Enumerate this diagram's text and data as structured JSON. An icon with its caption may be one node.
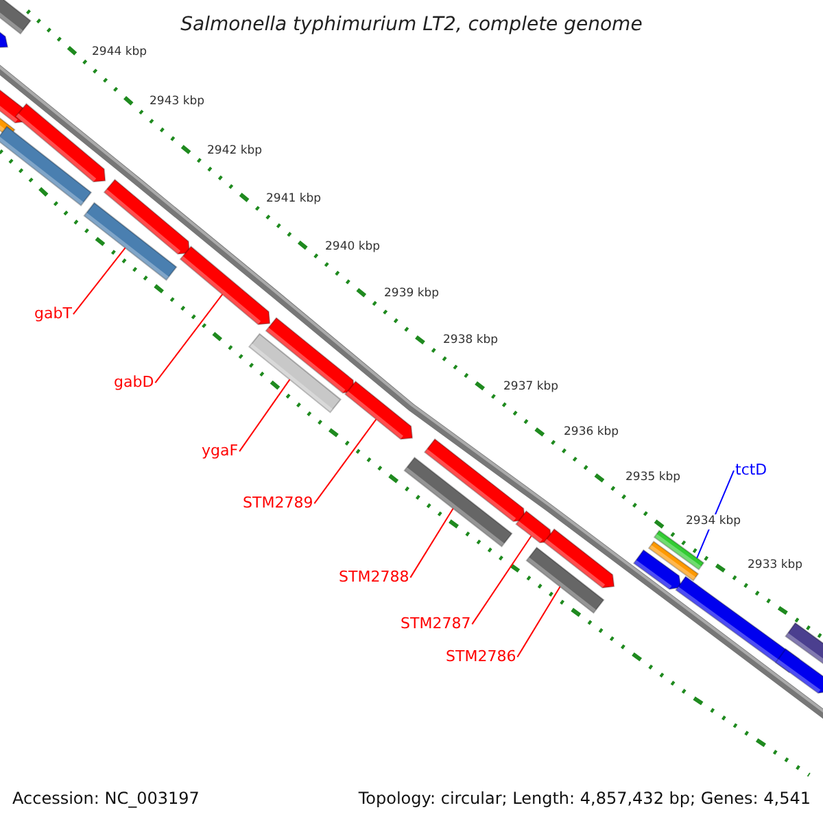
{
  "diagram": {
    "title": "Salmonella typhimurium LT2, complete genome",
    "nodes": [
      {
        "text": [],
        "shape": "bar"
      },
      {
        "text": [],
        "shape": "arrow"
      },
      {
        "text": [],
        "shape": "arrow"
      },
      {
        "text": [],
        "shape": "bar"
      },
      {
        "text": [],
        "shape": "bar"
      },
      {
        "text": [],
        "shape": "arrow"
      },
      {
        "text": [],
        "shape": "arrow"
      },
      {
        "text": [],
        "shape": "bar"
      },
      {
        "text": [],
        "shape": "arrow"
      },
      {
        "text": [],
        "shape": "bar"
      },
      {
        "text": [],
        "shape": "arrow"
      },
      {
        "text": [],
        "shape": "arrow"
      },
      {
        "text": [],
        "shape": "bar"
      },
      {
        "text": [],
        "shape": "arrow"
      },
      {
        "text": [],
        "shape": "arrow"
      },
      {
        "text": [],
        "shape": "bar"
      },
      {
        "text": [],
        "shape": "arrow"
      },
      {
        "text": [],
        "shape": "bar"
      },
      {
        "text": [],
        "shape": "bar"
      },
      {
        "text": [],
        "shape": "arrow"
      },
      {
        "text": [],
        "shape": "arrow"
      },
      {
        "text": [],
        "shape": "bar"
      },
      {
        "text": [],
        "shape": "arrow"
      },
      {
        "text": [
          "gabT"
        ]
      },
      {
        "text": [
          "gabD"
        ]
      },
      {
        "text": [
          "ygaF"
        ]
      },
      {
        "text": [
          "STM2789"
        ]
      },
      {
        "text": [
          "STM2788"
        ]
      },
      {
        "text": [
          "STM2787"
        ]
      },
      {
        "text": [
          "STM2786"
        ]
      },
      {
        "text": [
          "tctD"
        ]
      }
    ],
    "edges": [
      {
        "from": 30,
        "to": 17,
        "arrow": "none",
        "color": "#0000ff"
      },
      {
        "from": 23,
        "to": 7,
        "arrow": "none"
      },
      {
        "from": 24,
        "to": 8,
        "arrow": "none"
      },
      {
        "from": 25,
        "to": 9,
        "arrow": "none"
      },
      {
        "from": 26,
        "to": 11,
        "arrow": "none"
      },
      {
        "from": 27,
        "to": 12,
        "arrow": "none"
      },
      {
        "from": 28,
        "to": 14,
        "arrow": "none"
      },
      {
        "from": 29,
        "to": 15,
        "arrow": "none"
      }
    ],
    "labels": [
      "2944 kbp",
      "2943 kbp",
      "2942 kbp",
      "2941 kbp",
      "2940 kbp",
      "2939 kbp",
      "2938 kbp",
      "2937 kbp",
      "2936 kbp",
      "2935 kbp",
      "2934 kbp",
      "2933 kbp",
      "Accession: NC_003197",
      "Topology: circular; Length: 4,857,432 bp; Genes: 4,541"
    ]
  }
}
